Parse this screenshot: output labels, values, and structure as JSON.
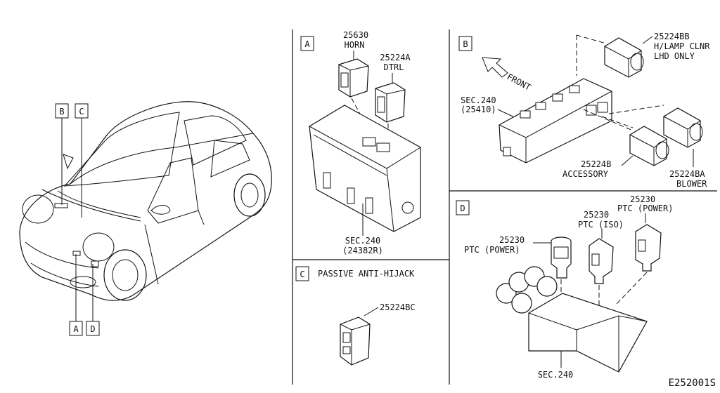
{
  "panels": {
    "car": {
      "callouts": {
        "b": "B",
        "c": "C",
        "a": "A",
        "d": "D"
      }
    },
    "a": {
      "tag": "A",
      "horn_part": "25630",
      "horn_name": "HORN",
      "dtrl_part": "25224A",
      "dtrl_name": "DTRL",
      "sec_ref": "SEC.240",
      "sec_code": "(24382R)"
    },
    "b": {
      "tag": "B",
      "front": "FRONT",
      "sec_ref": "SEC.240",
      "sec_code": "(25410)",
      "relay1_part": "25224BB",
      "relay1_line1": "H/LAMP CLNR",
      "relay1_line2": "LHD ONLY",
      "relay2_part": "25224B",
      "relay2_name": "ACCESSORY",
      "relay3_part": "25224BA",
      "relay3_name": "BLOWER"
    },
    "c": {
      "tag": "C",
      "title": "PASSIVE ANTI-HIJACK",
      "part": "25224BC"
    },
    "d": {
      "tag": "D",
      "ptc1_part": "25230",
      "ptc1_name": "PTC (POWER)",
      "ptc2_part": "25230",
      "ptc2_name": "PTC (ISO)",
      "ptc3_part": "25230",
      "ptc3_name": "PTC (POWER)",
      "sec_ref": "SEC.240"
    }
  },
  "drawing_code": "E252001S"
}
